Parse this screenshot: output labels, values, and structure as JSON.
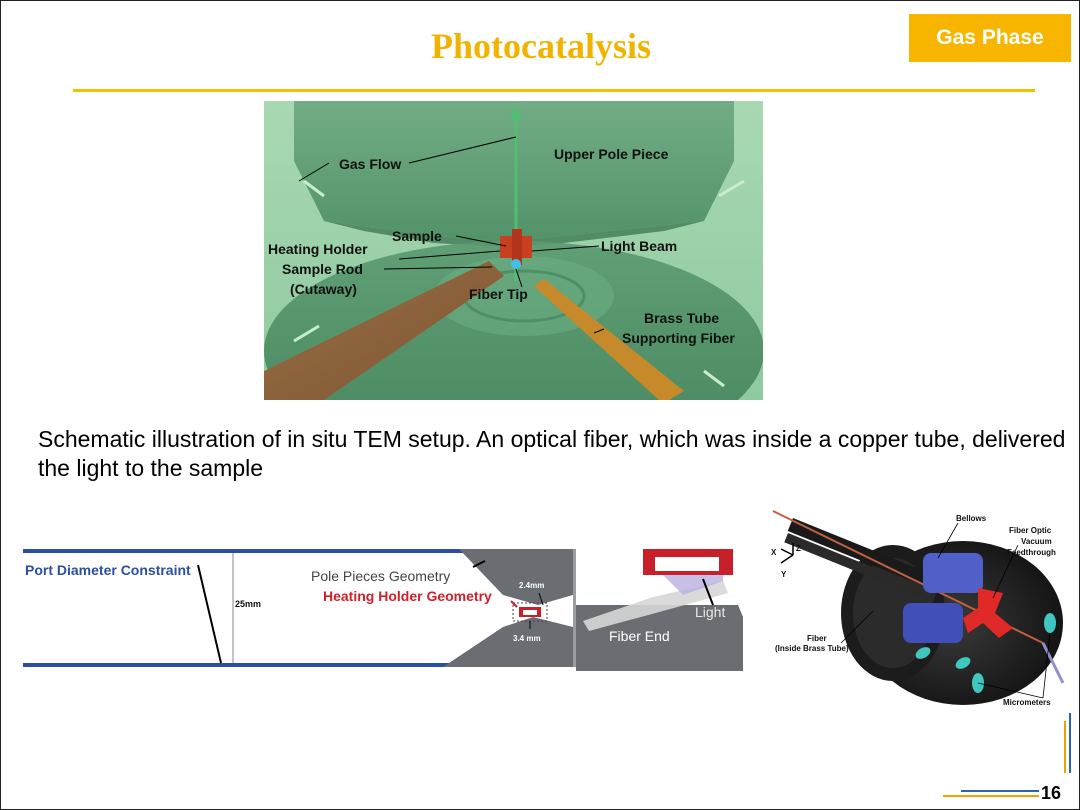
{
  "slide": {
    "title": "Photocatalysis",
    "badge": "Gas Phase",
    "caption": "Schematic illustration of in situ TEM setup. An optical fiber, which was inside a copper tube, delivered the light to the sample",
    "page_number": "16"
  },
  "figure1": {
    "labels": {
      "gas_flow": "Gas Flow",
      "upper_pole": "Upper Pole Piece",
      "sample": "Sample",
      "heating_holder": "Heating Holder",
      "sample_rod": "Sample Rod",
      "cutaway": "(Cutaway)",
      "light_beam": "Light Beam",
      "fiber_tip": "Fiber Tip",
      "brass_tube": "Brass Tube",
      "supporting_fiber": "Supporting Fiber"
    }
  },
  "figure2": {
    "labels": {
      "port_diameter": "Port Diameter Constraint",
      "dim_25": "25mm",
      "pole_pieces": "Pole Pieces Geometry",
      "heating_holder_geom": "Heating Holder Geometry",
      "dim_24": "2.4mm",
      "dim_34": "3.4 mm",
      "light": "Light",
      "fiber_end": "Fiber End"
    }
  },
  "figure3": {
    "labels": {
      "bellows": "Bellows",
      "fiber_optic_1": "Fiber Optic",
      "fiber_optic_2": "Vacuum",
      "fiber_optic_3": "Feedthrough",
      "fiber_1": "Fiber",
      "fiber_2": "(Inside Brass Tube)",
      "micrometers": "Micrometers",
      "axis_x": "X",
      "axis_y": "Y",
      "axis_z": "Z"
    }
  },
  "colors": {
    "title": "#f0b400",
    "badge_bg": "#f7b500",
    "rule": "#f5c000",
    "port_blue": "#2a4fa3",
    "holder_red": "#d0202a",
    "pole_gray": "#6a6e73"
  }
}
